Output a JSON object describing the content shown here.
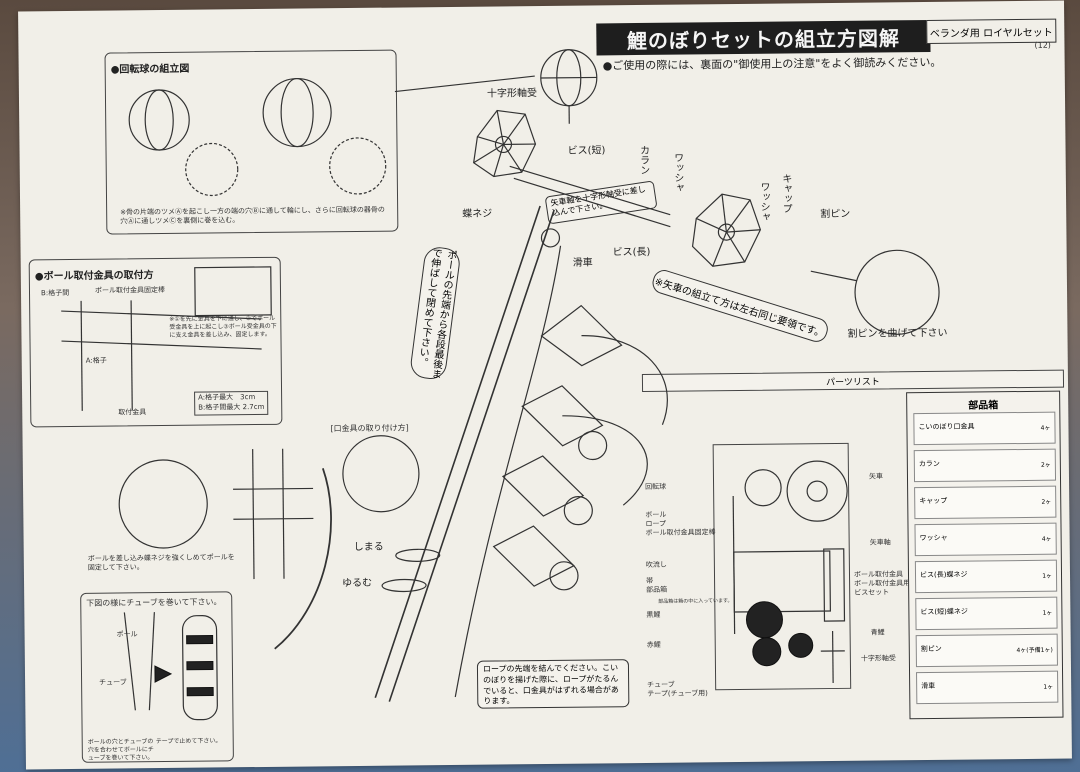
{
  "header": {
    "title": "鯉のぼりセットの組立方図解",
    "badge": "ベランダ用 ロイヤルセット",
    "page": "(12)",
    "notice": "●ご使用の際には、裏面の\"御使用上の注意\"をよく御読みください。"
  },
  "rotating_ball": {
    "title": "●回転球の組立図",
    "note": "※骨の片端のツメⒶを起こし一方の端の穴Ⓑに通して輪にし、さらに回転球の器骨の穴Ⓐに通しツメⒸを裏側に巻を込む。"
  },
  "pole_mount": {
    "title": "●ボール取付金具の取付方",
    "label_rail": "B:格子間",
    "label_bracket": "ポール取付金具固定棒",
    "label_a": "A:格子",
    "label_metal": "取付金具",
    "spec_a": "A:格子最大　3cm",
    "spec_b": "B:格子間最大 2.7cm",
    "inset_note": "※①を先に金具を下に通し、②でボール受金具を上に起こし③ボール受金具の下に支え金具を差し込み、固定します。",
    "insert_note": "ボールを差し込み蝶ネジを強くしめてポールを固定して下さい。"
  },
  "tube": {
    "title": "下図の様にチューブを巻いて下さい。",
    "pole_label": "ポール",
    "tube_label": "チューブ",
    "hole_note": "ボールの穴とチューブの穴を合わせてボールにチューブを巻いて下さい。",
    "tape_note": "テープで止めて下さい。"
  },
  "assembly": {
    "cross_bearing": "十字形軸受",
    "screw_short": "ビス(短)",
    "collar": "カラン",
    "washer1": "ワッシャ",
    "washer2": "ワッシャ",
    "cap": "キャップ",
    "split_pin": "割ピン",
    "wing_nut": "蝶ネジ",
    "screw_long": "ビス(長)",
    "pulley": "滑車",
    "axle_note": "矢車軸を十字形軸受に差し込んで下さい。",
    "pole_note": "ポールの先端から各段最後まで伸ばして閉めて下さい。",
    "banner": "※矢車の組立て方は左右同じ要領です。",
    "bend_pin": "割ピンを曲げて下さい",
    "mouth_title": "[口金具の取り付け方]",
    "tighten": "しまる",
    "loosen": "ゆるむ",
    "rope_note": "ロープの先端を結んでください。こいのぼりを揚げた際に、ロープがたるんでいると、口金具がはずれる場合があります。"
  },
  "parts_list": {
    "title": "パーツリスト",
    "rotating_ball": "回転球",
    "pole": "ボール",
    "rope": "ロープ",
    "pole_mount_rod": "ボール取付金具固定棒",
    "streamer": "吹流し",
    "bag": "帯\n部品箱",
    "bag_note": "部品箱は箱の中に入っています。",
    "black_carp": "黒鯉",
    "red_carp": "赤鯉",
    "arrow_wheel": "矢車",
    "arrow_axle": "矢車軸",
    "pole_mount_set": "ボール取付金具\nボール取付金具用\nビスセット",
    "blue_carp": "青鯉",
    "cross_bearing": "十字形軸受",
    "tube_tape": "チューブ\nテープ(チューブ用)"
  },
  "parts_box": {
    "title": "部品箱",
    "items": [
      {
        "name": "こいのぼり口金具",
        "qty": "4ヶ"
      },
      {
        "name": "カラン",
        "qty": "2ヶ"
      },
      {
        "name": "キャップ",
        "qty": "2ヶ"
      },
      {
        "name": "ワッシャ",
        "qty": "4ヶ"
      },
      {
        "name": "ビス(長)蝶ネジ",
        "qty": "1ヶ"
      },
      {
        "name": "ビス(短)蝶ネジ",
        "qty": "1ヶ"
      },
      {
        "name": "割ピン",
        "qty": "4ヶ(予備1ヶ)"
      },
      {
        "name": "滑車",
        "qty": "1ヶ"
      }
    ]
  }
}
